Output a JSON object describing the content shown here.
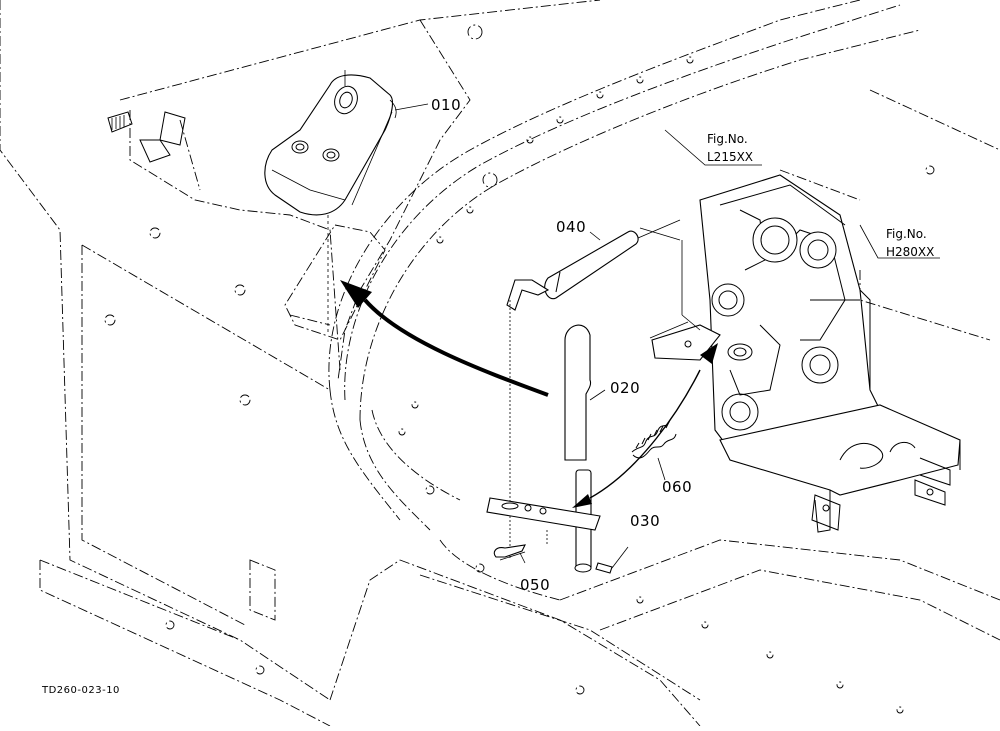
{
  "diagram": {
    "callouts": [
      {
        "id": "010",
        "label": "010"
      },
      {
        "id": "020",
        "label": "020"
      },
      {
        "id": "030",
        "label": "030"
      },
      {
        "id": "040",
        "label": "040"
      },
      {
        "id": "050",
        "label": "050"
      },
      {
        "id": "060",
        "label": "060"
      }
    ],
    "figure_refs": [
      {
        "line1": "Fig.No.",
        "line2": "L215XX"
      },
      {
        "line1": "Fig.No.",
        "line2": "H280XX"
      }
    ],
    "drawing_code": "TD260-023-10"
  }
}
